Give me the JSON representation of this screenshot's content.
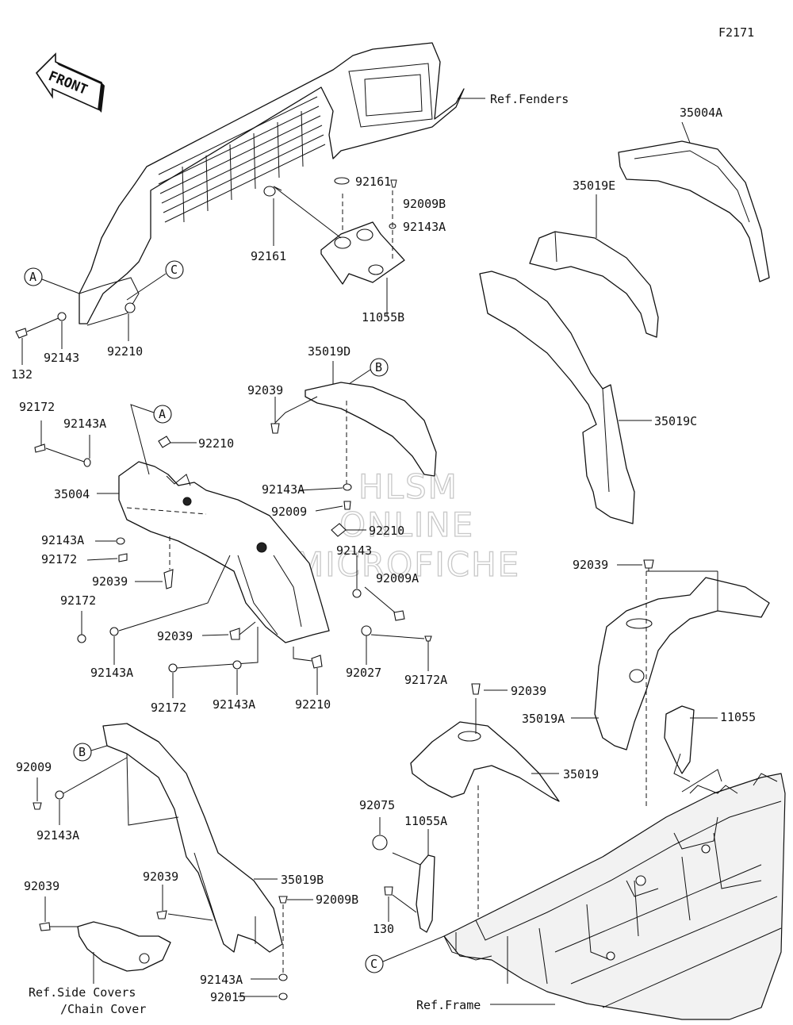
{
  "figure_code": "F2171",
  "front_arrow_text": "FRONT",
  "watermark": [
    "HLSM",
    "ONLINE",
    "MICROFICHE"
  ],
  "references": {
    "fenders": "Ref.Fenders",
    "side_covers_line1": "Ref.Side Covers",
    "side_covers_line2": "/Chain Cover",
    "frame": "Ref.Frame"
  },
  "callouts": {
    "A": "A",
    "B": "B",
    "C": "C"
  },
  "part_labels": {
    "p92161_top": "92161",
    "p92009B_top": "92009B",
    "p92143A_top": "92143A",
    "p92161_left": "92161",
    "p11055B": "11055B",
    "p92143_a": "92143",
    "p92210_a": "92210",
    "p132": "132",
    "p35004A": "35004A",
    "p35019E": "35019E",
    "p35019C": "35019C",
    "p35019D": "35019D",
    "p92039_a": "92039",
    "p92172_a": "92172",
    "p92143A_a": "92143A",
    "p92210_b": "92210",
    "p35004": "35004",
    "p92143A_b": "92143A",
    "p92009_a": "92009",
    "p92210_c": "92210",
    "p92143_b": "92143",
    "p92143A_c": "92143A",
    "p92172_b": "92172",
    "p92039_b": "92039",
    "p92009A": "92009A",
    "p92172_c": "92172",
    "p92039_c": "92039",
    "p92143A_d": "92143A",
    "p92027": "92027",
    "p92172A": "92172A",
    "p92172_d": "92172",
    "p92143A_e": "92143A",
    "p92210_d": "92210",
    "p92039_d": "92039",
    "p92039_e": "92039",
    "p35019A": "35019A",
    "p11055": "11055",
    "p35019": "35019",
    "p92009_b": "92009",
    "p92143A_f": "92143A",
    "p92075": "92075",
    "p11055A": "11055A",
    "p92039_f": "92039",
    "p35019B": "35019B",
    "p92009B_b": "92009B",
    "p92039_g": "92039",
    "p130": "130",
    "p92143A_g": "92143A",
    "p92015": "92015"
  }
}
